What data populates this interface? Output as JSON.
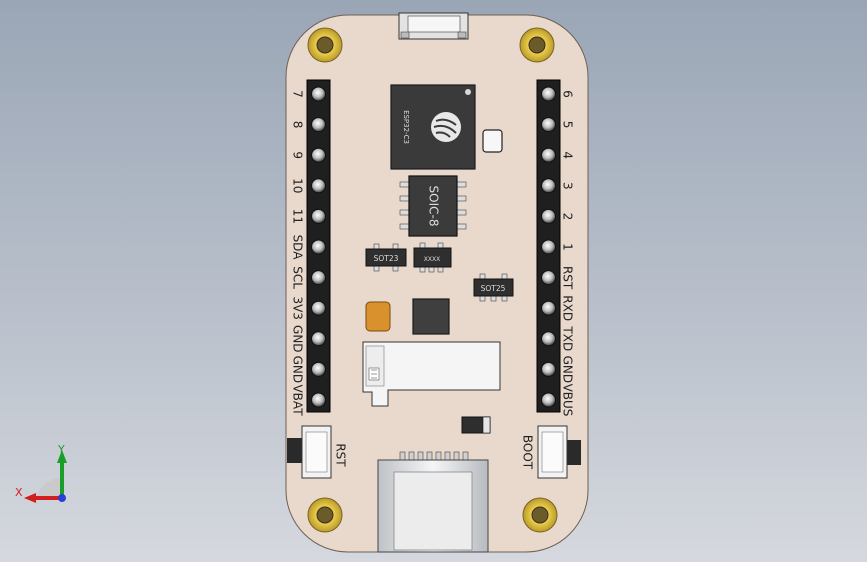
{
  "board": {
    "chip_label": "ESP32-C3",
    "soic_label": "SOIC-8",
    "sot23_label": "SOT23",
    "sot25_label": "SOT25",
    "sot_small_label": "XXXX",
    "rst_button_label": "RST",
    "boot_button_label": "BOOT",
    "left_pins": [
      "7",
      "8",
      "9",
      "10",
      "11",
      "SDA",
      "SCL",
      "3V3",
      "GND",
      "GND",
      "VBAT"
    ],
    "right_pins": [
      "6",
      "5",
      "4",
      "3",
      "2",
      "1",
      "RST",
      "RXD",
      "TXD",
      "GND",
      "VBUS"
    ]
  },
  "axes": {
    "x_label": "X",
    "y_label": "Y"
  },
  "colors": {
    "pcb": "#e8d8cc",
    "pad": "#f1dc6a",
    "chip": "#3a3a3a",
    "pin_header": "#1f1f1f"
  }
}
